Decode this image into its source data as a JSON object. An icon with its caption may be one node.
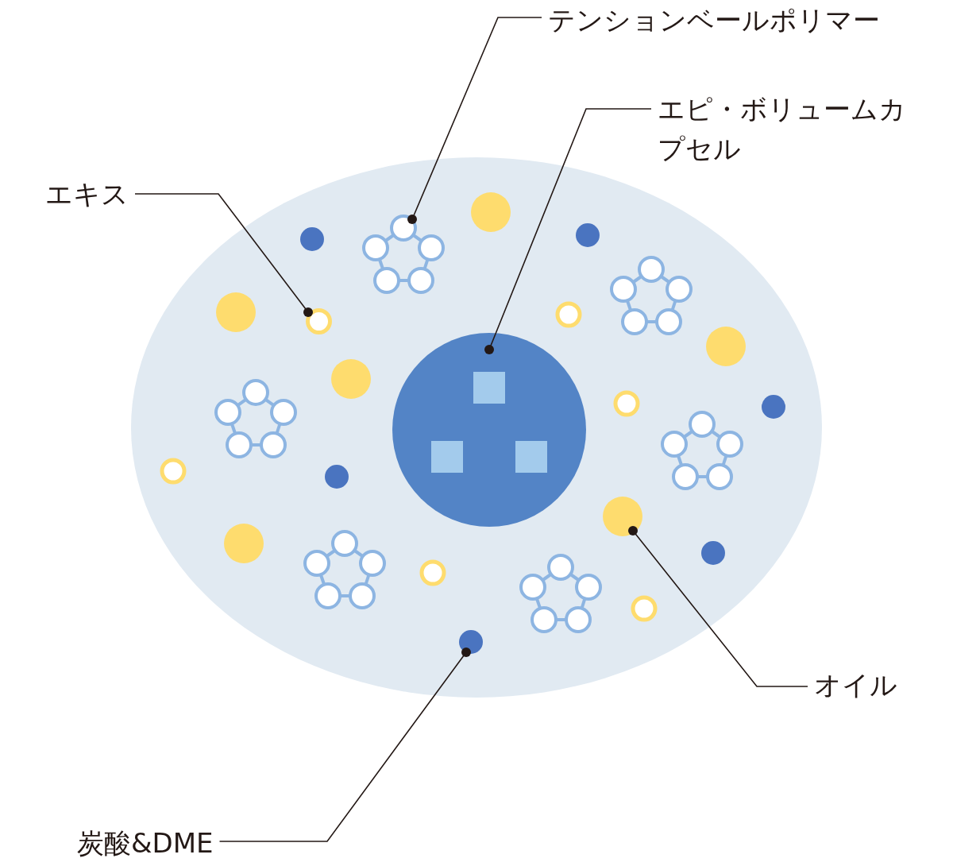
{
  "diagram": {
    "nodes": [
      {
        "text": [
          "テンションベールポリマー"
        ]
      },
      {
        "text": [
          "エピ・ボリュームカプセル"
        ]
      },
      {
        "text": [
          "エキス"
        ]
      },
      {
        "text": [
          "オイル"
        ]
      },
      {
        "text": [
          "炭酸&DME"
        ]
      },
      {
        "text": [],
        "shape": "circle"
      },
      {
        "text": [],
        "shape": "circle"
      },
      {
        "text": [],
        "shape": "circle"
      },
      {
        "text": [],
        "shape": "circle"
      },
      {
        "text": [],
        "shape": "circle"
      }
    ],
    "edges": [
      {
        "from": 0,
        "to": 5,
        "arrow": "other"
      },
      {
        "from": 1,
        "to": 6,
        "arrow": "other"
      },
      {
        "from": 2,
        "to": 7,
        "arrow": "other"
      },
      {
        "from": 3,
        "to": 8,
        "arrow": "other"
      },
      {
        "from": 4,
        "to": 9,
        "arrow": "other"
      }
    ]
  }
}
